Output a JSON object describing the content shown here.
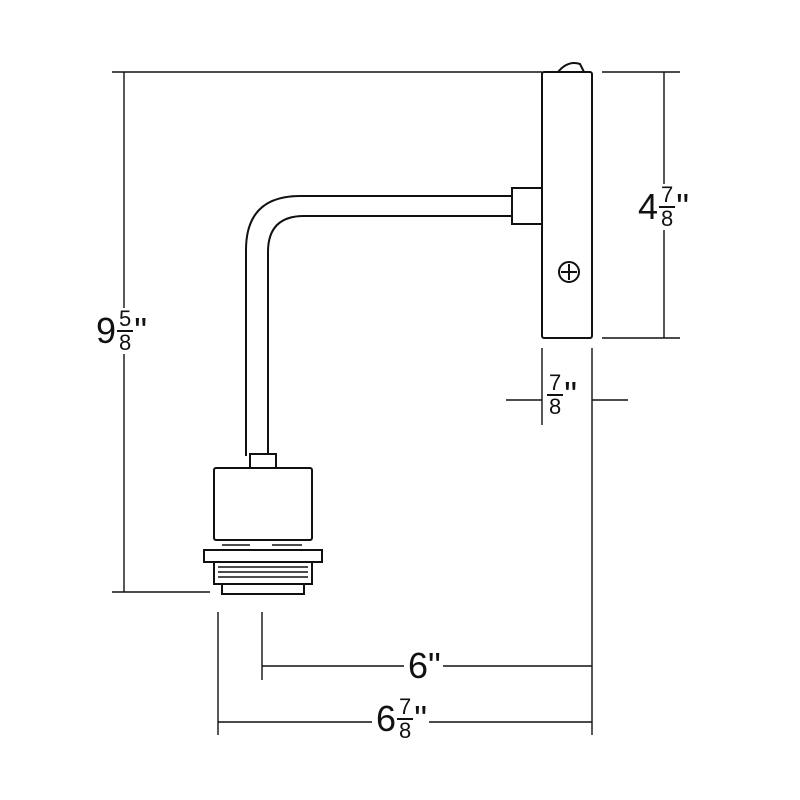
{
  "dimensions": {
    "overall_height": {
      "whole": "9",
      "num": "5",
      "den": "8",
      "unit": "\""
    },
    "backplate_height": {
      "whole": "4",
      "num": "7",
      "den": "8",
      "unit": "\""
    },
    "backplate_depth": {
      "whole": "",
      "num": "7",
      "den": "8",
      "unit": "\""
    },
    "arm_extension": {
      "whole": "6",
      "num": "",
      "den": "",
      "unit": "\""
    },
    "overall_extension": {
      "whole": "6",
      "num": "7",
      "den": "8",
      "unit": "\""
    }
  }
}
